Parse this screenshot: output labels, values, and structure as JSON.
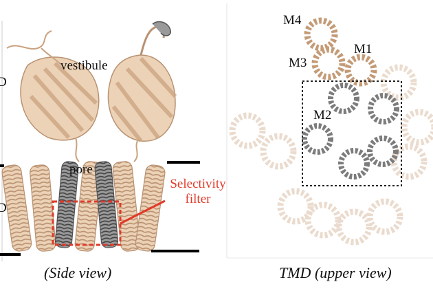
{
  "side_panel": {
    "left_edge_label_top": "D",
    "left_edge_label_bottom": "D",
    "vestibule_label": "vestibule",
    "pore_label": "pore",
    "selectivity_filter_label_line1": "Selectivity",
    "selectivity_filter_label_line2": "filter",
    "caption": "(Side view)"
  },
  "top_panel": {
    "helix_labels": [
      "M4",
      "M3",
      "M1",
      "M2"
    ],
    "caption": "TMD (upper view)"
  },
  "colors": {
    "protein_beige": "#e8c9a8",
    "protein_stroke": "#b99272",
    "pore_helix_grey": "#8a8a8a",
    "highlight_red": "#e03a2a",
    "membrane_bar": "#000000"
  }
}
